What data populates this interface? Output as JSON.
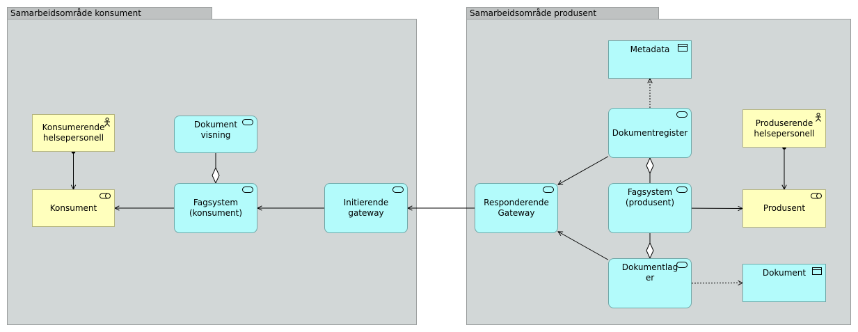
{
  "groups": {
    "consumer": {
      "label": "Samarbeidsområde konsument"
    },
    "producer": {
      "label": "Samarbeidsområde produsent"
    }
  },
  "nodes": {
    "konsumerende": {
      "label": "Konsumerende helsepersonell",
      "icon": "actor-icon"
    },
    "konsument": {
      "label": "Konsument",
      "icon": "role-icon"
    },
    "dokument_visning": {
      "label": "Dokument visning",
      "icon": "application-service-icon"
    },
    "fagsystem_konsument": {
      "label": "Fagsystem (konsument)",
      "icon": "application-service-icon"
    },
    "initierende": {
      "label": "Initierende gateway",
      "icon": "application-service-icon"
    },
    "responderende": {
      "label": "Responderende Gateway",
      "icon": "application-service-icon"
    },
    "metadata": {
      "label": "Metadata",
      "icon": "data-object-icon"
    },
    "dokumentregister": {
      "label": "Dokumentregister",
      "icon": "application-service-icon"
    },
    "fagsystem_produsent": {
      "label": "Fagsystem (produsent)",
      "icon": "application-service-icon"
    },
    "dokumentlager": {
      "label": "Dokumentlager",
      "icon": "application-service-icon"
    },
    "produserende": {
      "label": "Produserende helsepersonell",
      "icon": "actor-icon"
    },
    "produsent": {
      "label": "Produsent",
      "icon": "role-icon"
    },
    "dokument": {
      "label": "Dokument",
      "icon": "data-object-icon"
    }
  },
  "relations": [
    {
      "from": "konsumerende",
      "to": "konsument",
      "type": "assignment"
    },
    {
      "from": "fagsystem_konsument",
      "to": "konsument",
      "type": "serving"
    },
    {
      "from": "dokument_visning",
      "to": "fagsystem_konsument",
      "type": "aggregation"
    },
    {
      "from": "initierende",
      "to": "fagsystem_konsument",
      "type": "serving"
    },
    {
      "from": "responderende",
      "to": "initierende",
      "type": "serving"
    },
    {
      "from": "dokumentregister",
      "to": "metadata",
      "type": "access"
    },
    {
      "from": "dokumentregister",
      "to": "responderende",
      "type": "serving"
    },
    {
      "from": "dokumentlager",
      "to": "responderende",
      "type": "serving"
    },
    {
      "from": "fagsystem_produsent",
      "to": "dokumentregister",
      "type": "aggregation"
    },
    {
      "from": "fagsystem_produsent",
      "to": "dokumentlager",
      "type": "aggregation"
    },
    {
      "from": "fagsystem_produsent",
      "to": "produsent",
      "type": "serving"
    },
    {
      "from": "produserende",
      "to": "produsent",
      "type": "assignment"
    },
    {
      "from": "dokumentlager",
      "to": "dokument",
      "type": "access"
    }
  ]
}
